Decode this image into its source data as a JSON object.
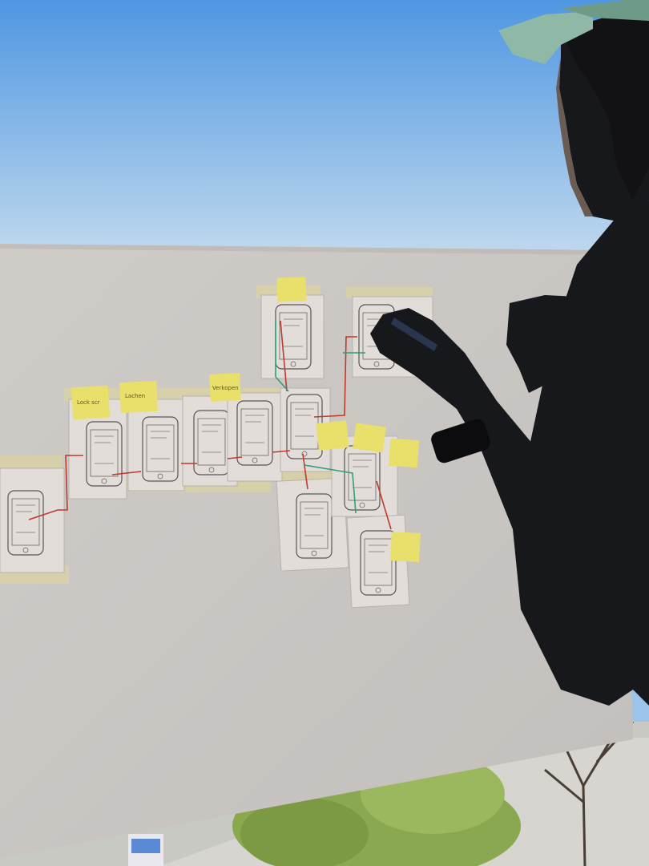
{
  "scene": {
    "description_type": "photo",
    "colors": {
      "sky_top": "#4f96e2",
      "sky_bottom": "#c2d8ec",
      "paper": "#cfcac6",
      "paper_shadow": "#b9b4b1",
      "tape": "#d8d0a8",
      "sticky_note": "#e8e06a",
      "flow_red": "#c0392b",
      "flow_green": "#2f9e7a",
      "silhouette": "#17181c",
      "cap": "#8fb8a6",
      "foliage": "#8aa850",
      "pavement": "#c9c9c4"
    },
    "sticky_notes": [
      {
        "text": "Lock scr"
      },
      {
        "text": "Lachen"
      },
      {
        "text": "Verkopen"
      },
      {
        "text": ""
      },
      {
        "text": ""
      },
      {
        "text": ""
      },
      {
        "text": ""
      },
      {
        "text": ""
      }
    ]
  }
}
